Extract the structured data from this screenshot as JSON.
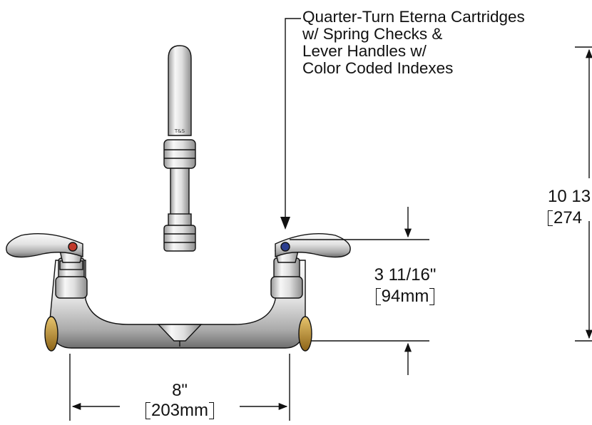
{
  "callout": {
    "lines": [
      "Quarter-Turn Eterna Cartridges",
      "w/ Spring Checks &",
      "Lever Handles w/",
      "Color Coded Indexes"
    ]
  },
  "dimensions": {
    "handle_height": {
      "imperial": "3 11/16\"",
      "metric": "94mm"
    },
    "centers": {
      "imperial": "8\"",
      "metric": "203mm"
    },
    "overall_height": {
      "imperial": "10 13",
      "metric": "274"
    }
  },
  "colors": {
    "line": "#111111",
    "chrome_light": "#f4f4f4",
    "chrome_mid": "#c9c9c9",
    "chrome_dark": "#8a8a8a",
    "brass": "#c99a3a",
    "hot_index": "#c0392b",
    "cold_index": "#2c3e8f"
  },
  "icons": [
    "faucet-drawing",
    "dimension-arrow"
  ]
}
